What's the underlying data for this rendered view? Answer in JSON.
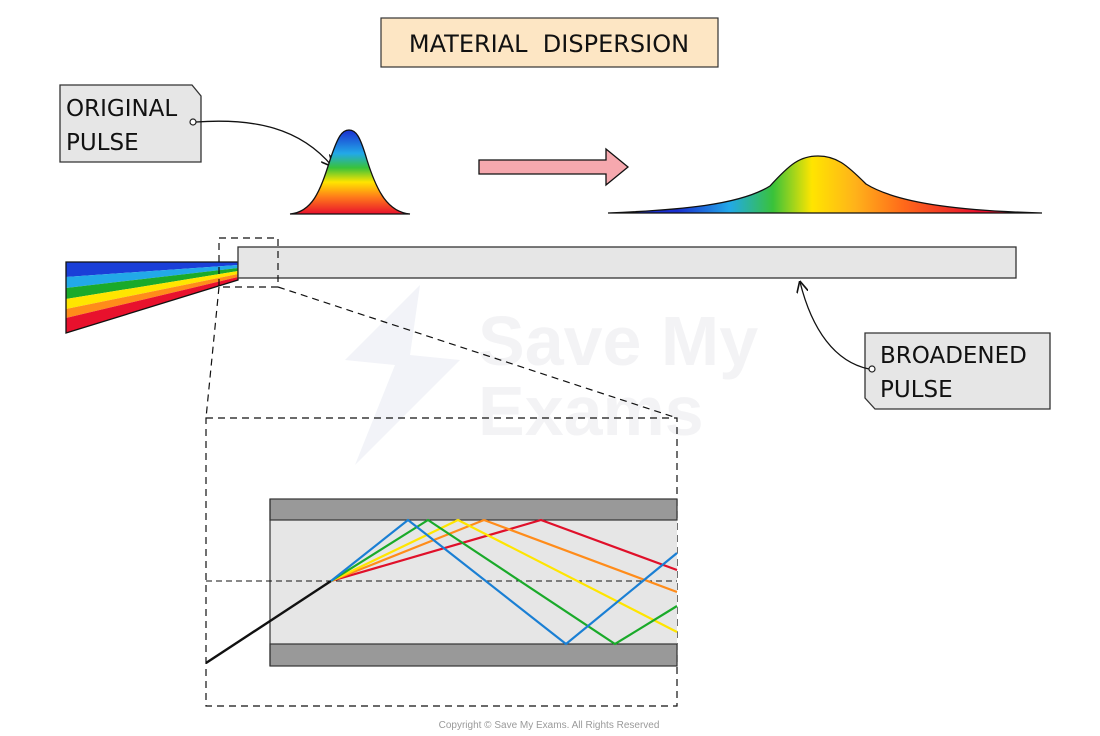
{
  "title": "MATERIAL  DISPERSION",
  "labels": {
    "original_pulse": [
      "ORIGINAL",
      "PULSE"
    ],
    "broadened_pulse": [
      "BROADENED",
      "PULSE"
    ]
  },
  "watermark": [
    "Save My",
    "Exams"
  ],
  "copyright": "Copyright © Save My Exams. All Rights Reserved",
  "colors": {
    "title_box": "#fde6c4",
    "label_box": "#e6e6e6",
    "fibre_core": "#e6e6e6",
    "fibre_cladding": "#999999",
    "arrow": "#f6a8ae",
    "red": "#e8112d",
    "orange": "#ff8c1a",
    "yellow": "#ffe500",
    "green": "#1aaa2a",
    "light_blue": "#22a9e8",
    "blue": "#1a3fd8"
  },
  "spectrum_order": [
    "blue",
    "light blue",
    "green",
    "yellow",
    "orange",
    "red"
  ]
}
